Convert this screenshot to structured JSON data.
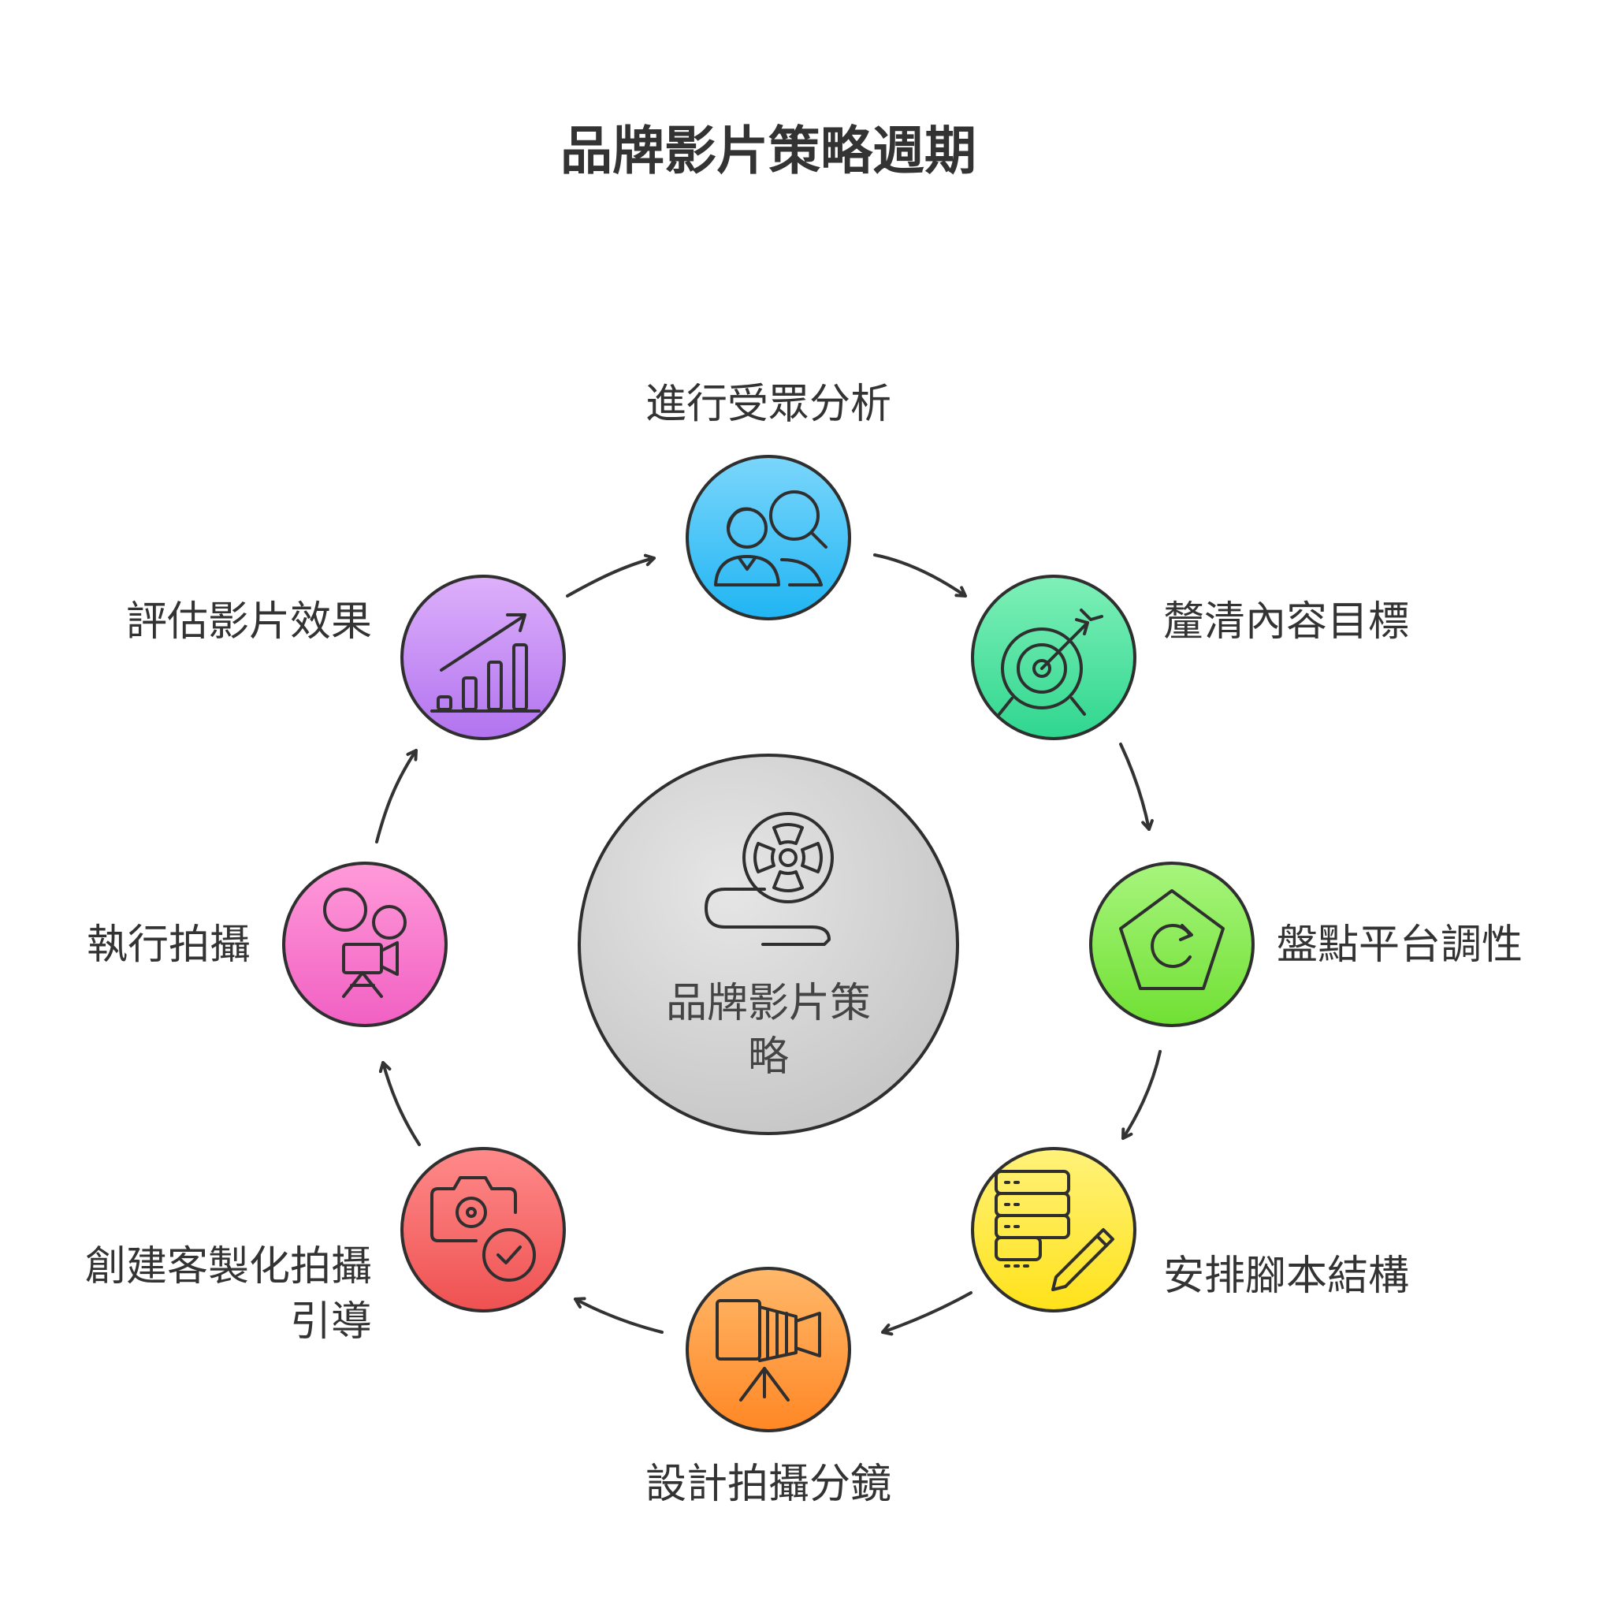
{
  "title": "品牌影片策略週期",
  "center": {
    "label_line1": "品牌影片策",
    "label_line2": "略",
    "color": "#cfcfcf",
    "icon": "film-reel-icon"
  },
  "steps": [
    {
      "id": "audience",
      "label": "進行受眾分析",
      "icon": "audience-search-icon",
      "color": "#4fc3f7"
    },
    {
      "id": "goals",
      "label": "釐清內容目標",
      "icon": "target-icon",
      "color": "#4fe3a3"
    },
    {
      "id": "platform",
      "label": "盤點平台調性",
      "icon": "pentagon-refresh-icon",
      "color": "#8cf05a"
    },
    {
      "id": "script",
      "label": "安排腳本結構",
      "icon": "script-pencil-icon",
      "color": "#ffe83a"
    },
    {
      "id": "storyboard",
      "label": "設計拍攝分鏡",
      "icon": "storyboard-camera-icon",
      "color": "#ff9a3c"
    },
    {
      "id": "guide",
      "label_line1": "創建客製化拍攝",
      "label_line2": "引導",
      "icon": "camera-check-icon",
      "color": "#f66a6a"
    },
    {
      "id": "shoot",
      "label": "執行拍攝",
      "icon": "film-camera-icon",
      "color": "#f77bd0"
    },
    {
      "id": "evaluate",
      "label": "評估影片效果",
      "icon": "growth-chart-icon",
      "color": "#c991f5"
    }
  ]
}
